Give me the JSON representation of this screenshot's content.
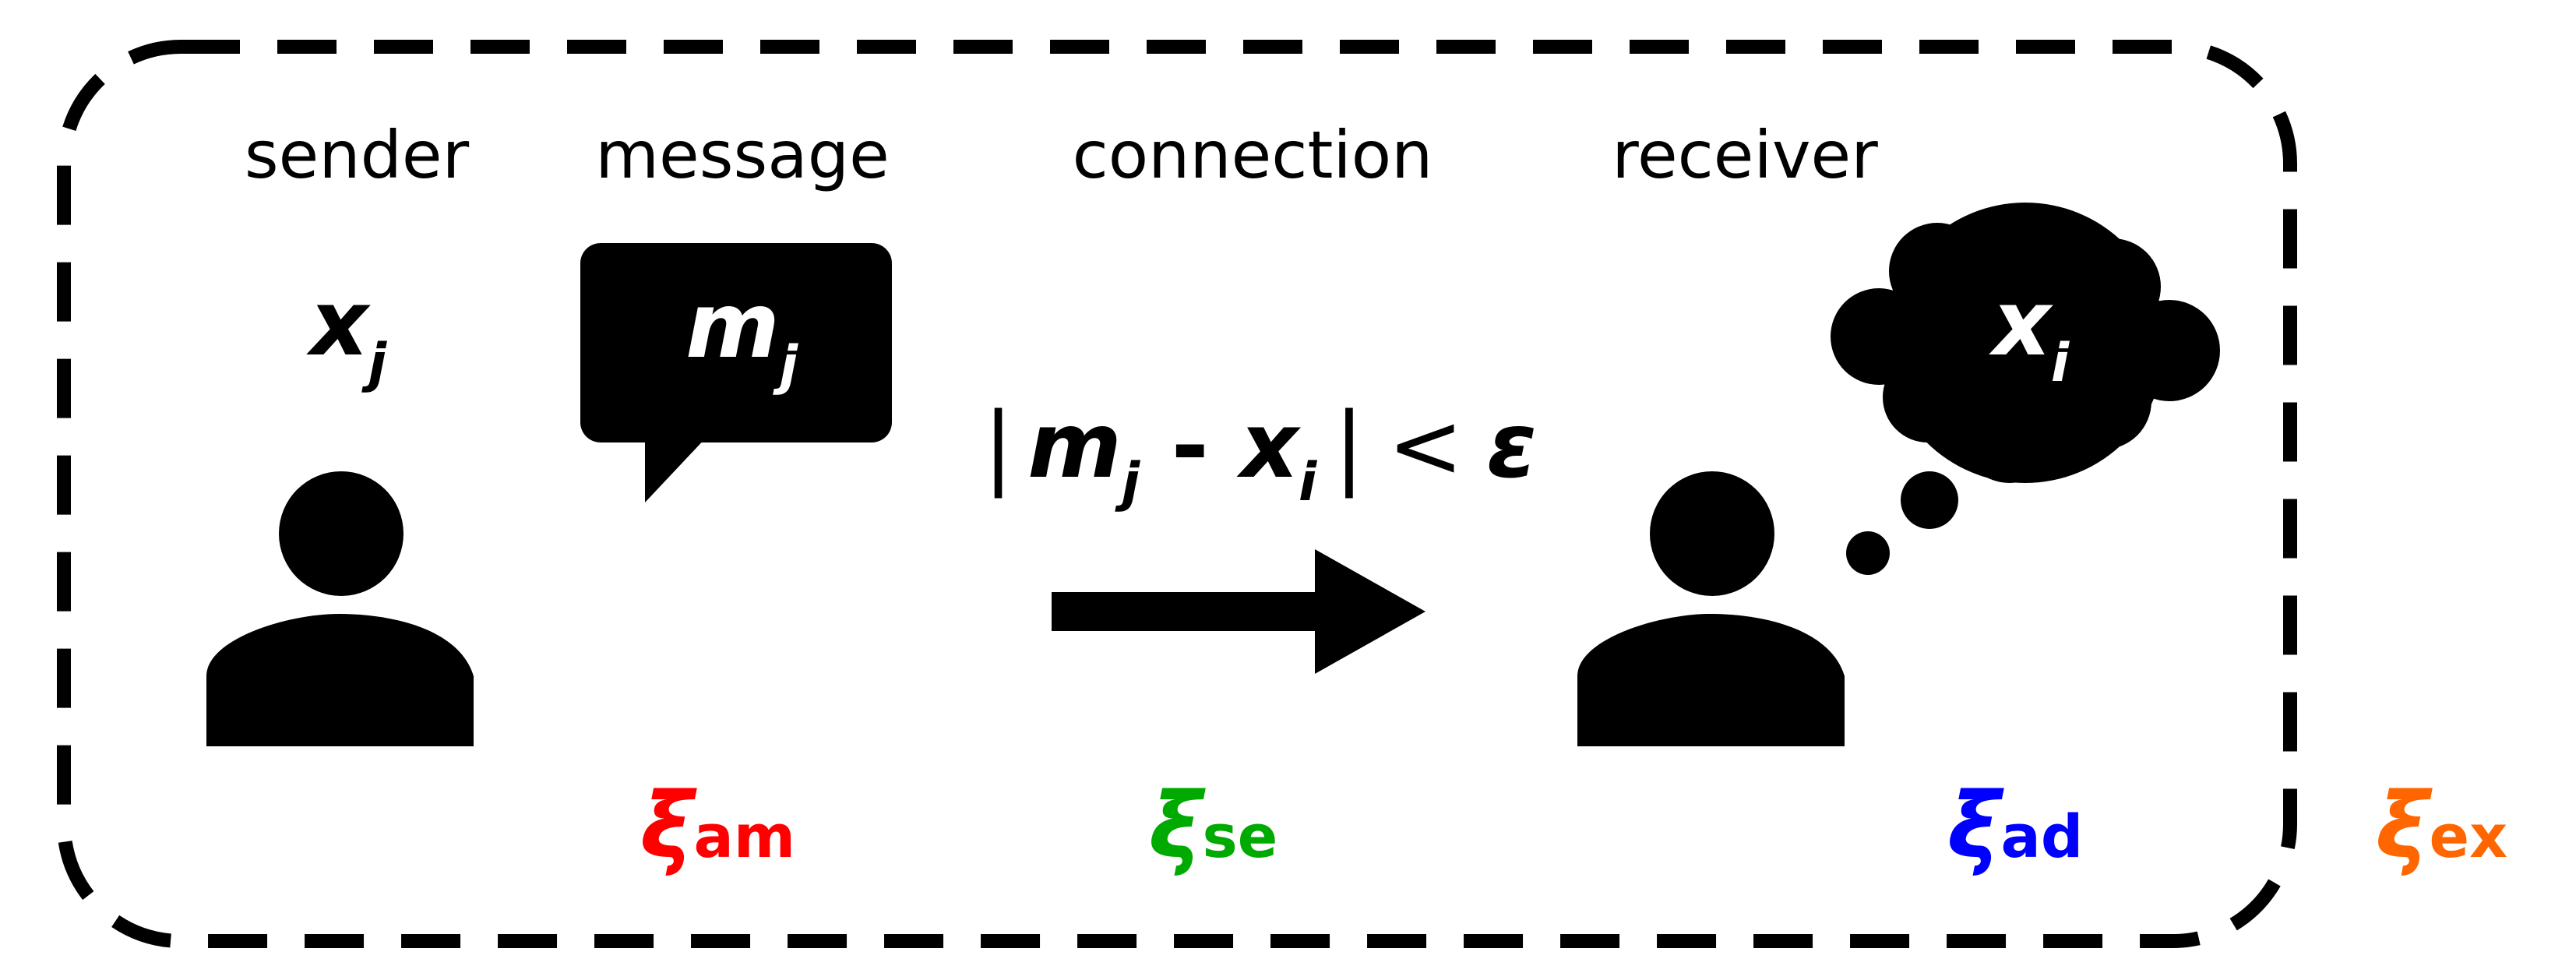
{
  "labels": {
    "sender": "sender",
    "message": "message",
    "connection": "connection",
    "receiver": "receiver"
  },
  "variables": {
    "sender_var": "x",
    "sender_sub": "j",
    "message_var": "m",
    "message_sub": "j",
    "receiver_var": "x",
    "receiver_sub": "i"
  },
  "condition": {
    "bar_left": "|",
    "m": "m",
    "m_sub": "j",
    "minus": " - ",
    "x": "x",
    "x_sub": "i",
    "bar_right": "|",
    "less_than": "<",
    "epsilon": "ε"
  },
  "noise_terms": {
    "am": {
      "symbol": "ξ",
      "sub": "am",
      "color": "#ff0000"
    },
    "se": {
      "symbol": "ξ",
      "sub": "se",
      "color": "#00aa00"
    },
    "ad": {
      "symbol": "ξ",
      "sub": "ad",
      "color": "#0000ff"
    },
    "ex": {
      "symbol": "ξ",
      "sub": "ex",
      "color": "#ff6600"
    }
  },
  "icons": {
    "sender": "person-icon",
    "message": "speech-bubble-icon",
    "connection": "arrow-right-icon",
    "receiver": "person-icon",
    "thought": "thought-cloud-icon"
  }
}
